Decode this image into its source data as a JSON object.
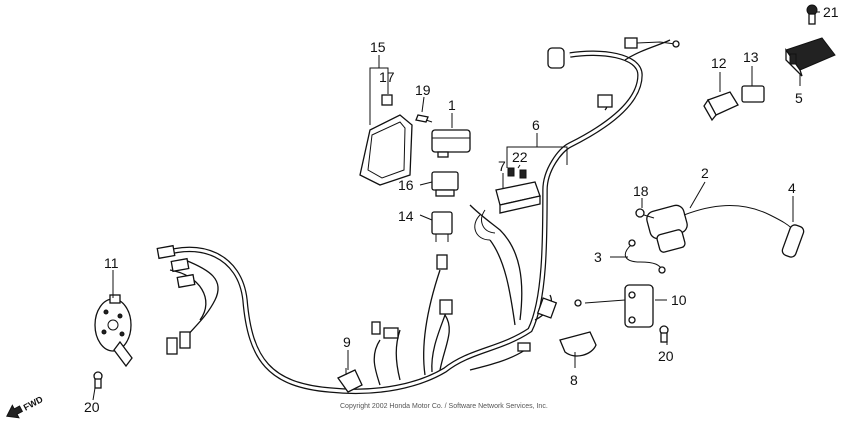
{
  "labels": {
    "l1": "1",
    "l2": "2",
    "l3": "3",
    "l4": "4",
    "l5": "5",
    "l6": "6",
    "l7": "7",
    "l8": "8",
    "l9": "9",
    "l10": "10",
    "l11": "11",
    "l12": "12",
    "l13": "13",
    "l14": "14",
    "l15": "15",
    "l16": "16",
    "l17": "17",
    "l18": "18",
    "l19": "19",
    "l20a": "20",
    "l20b": "20",
    "l21": "21",
    "l22": "22"
  },
  "fwd_label": "FWD",
  "copyright": "Copyright 2002 Honda Motor Co. / Software Network Services, Inc."
}
